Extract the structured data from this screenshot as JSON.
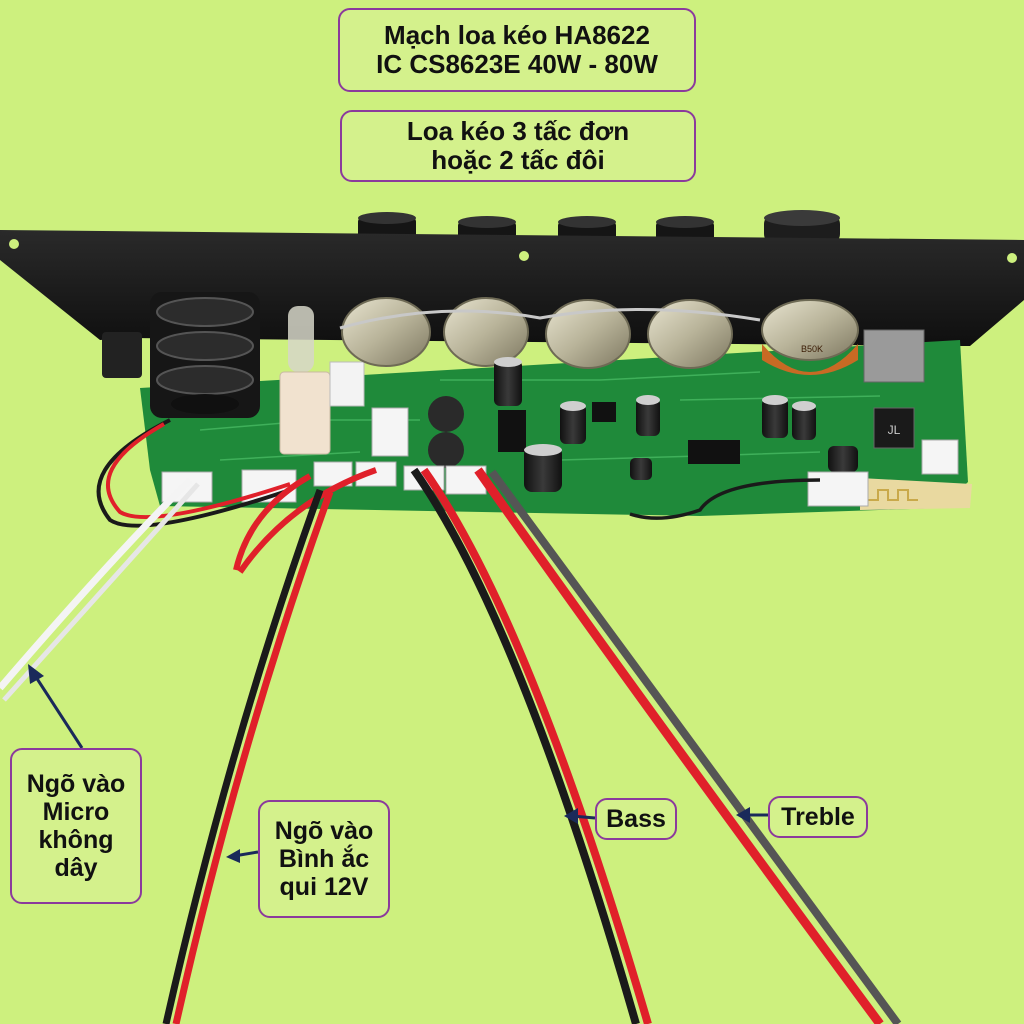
{
  "title": "Mạch loa kéo HA8622\nIC CS8623E 40W - 80W",
  "subtitle": "Loa kéo 3 tấc đơn\nhoặc 2 tấc đôi",
  "callouts": {
    "mic": "Ngõ vào\nMicro\nkhông\ndây",
    "battery": "Ngõ vào\nBình ắc\nqui 12V",
    "bass": "Bass",
    "treble": "Treble"
  },
  "board_markings": {
    "potentiometer": "B50K"
  },
  "colors": {
    "background": "#cdf07e",
    "label_border": "#8b3a9c",
    "pcb": "#1f8a3a",
    "panel": "#1b1b1b",
    "wire_red": "#e0202a",
    "wire_black": "#1a1a1a",
    "wire_white": "#f4f4f4"
  }
}
